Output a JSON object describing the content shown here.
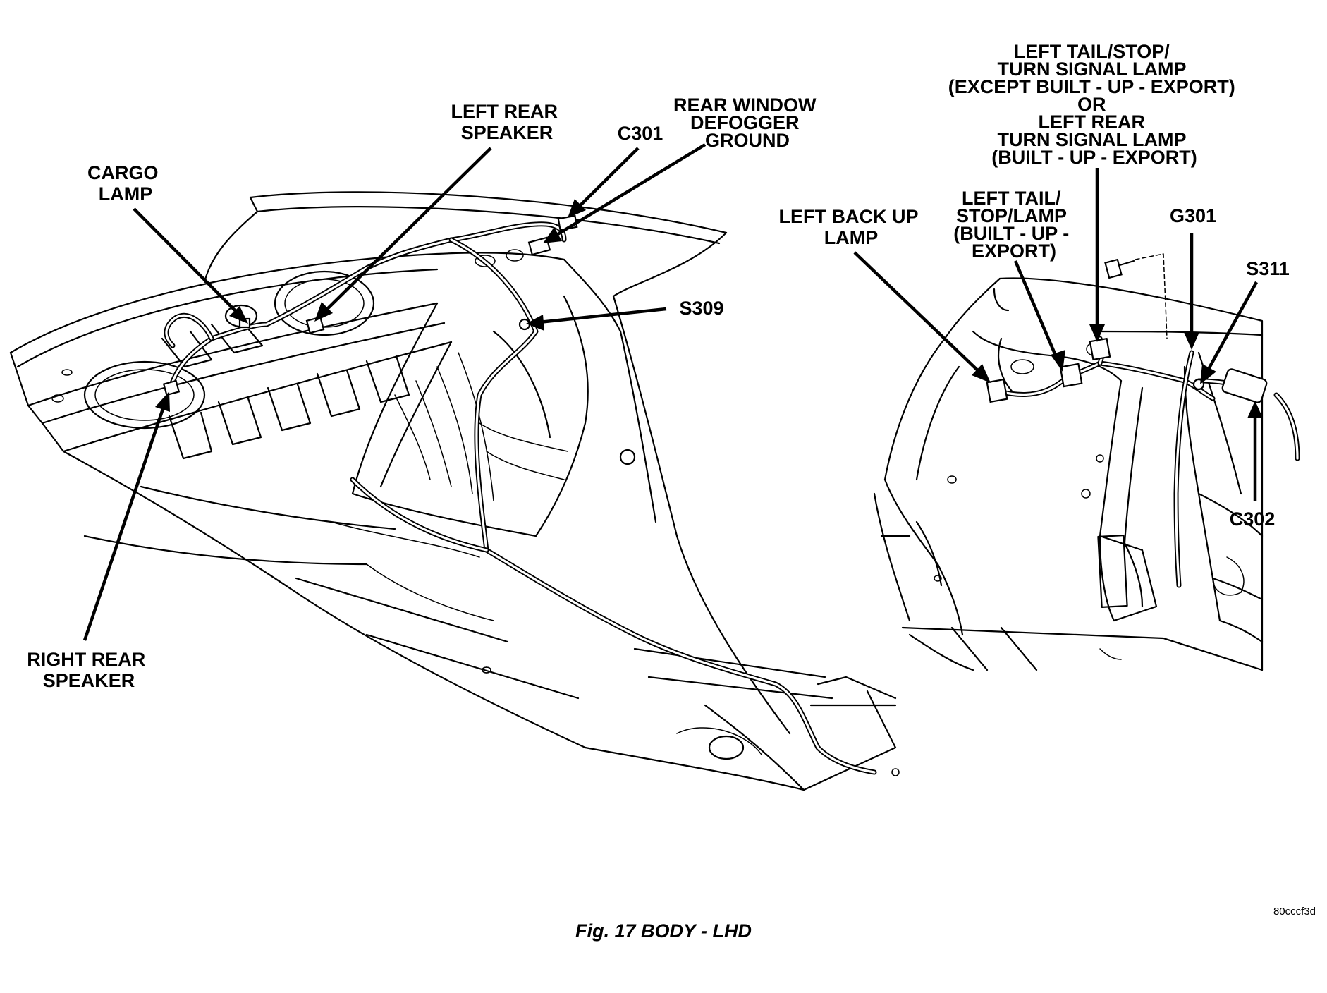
{
  "labels": {
    "cargo_lamp": [
      "CARGO",
      "LAMP"
    ],
    "left_rear_speaker": [
      "LEFT REAR",
      "SPEAKER"
    ],
    "c301": [
      "C301"
    ],
    "rear_window_defogger_ground": [
      "REAR WINDOW",
      "DEFOGGER",
      "GROUND"
    ],
    "s309": [
      "S309"
    ],
    "right_rear_speaker": [
      "RIGHT REAR",
      "SPEAKER"
    ],
    "left_tail_stop_turn": [
      "LEFT TAIL/STOP/",
      "TURN SIGNAL LAMP",
      "(EXCEPT BUILT - UP - EXPORT)",
      "OR",
      "LEFT REAR",
      "TURN SIGNAL LAMP",
      "(BUILT - UP - EXPORT)"
    ],
    "left_back_up_lamp": [
      "LEFT BACK  UP",
      "LAMP"
    ],
    "left_tail_stop_lamp": [
      "LEFT TAIL/",
      "STOP/LAMP",
      "(BUILT - UP -",
      "EXPORT)"
    ],
    "g301": [
      "G301"
    ],
    "s311": [
      "S311"
    ],
    "c302": [
      "C302"
    ]
  },
  "image_code": "80cccf3d",
  "caption": "Fig. 17 BODY - LHD"
}
